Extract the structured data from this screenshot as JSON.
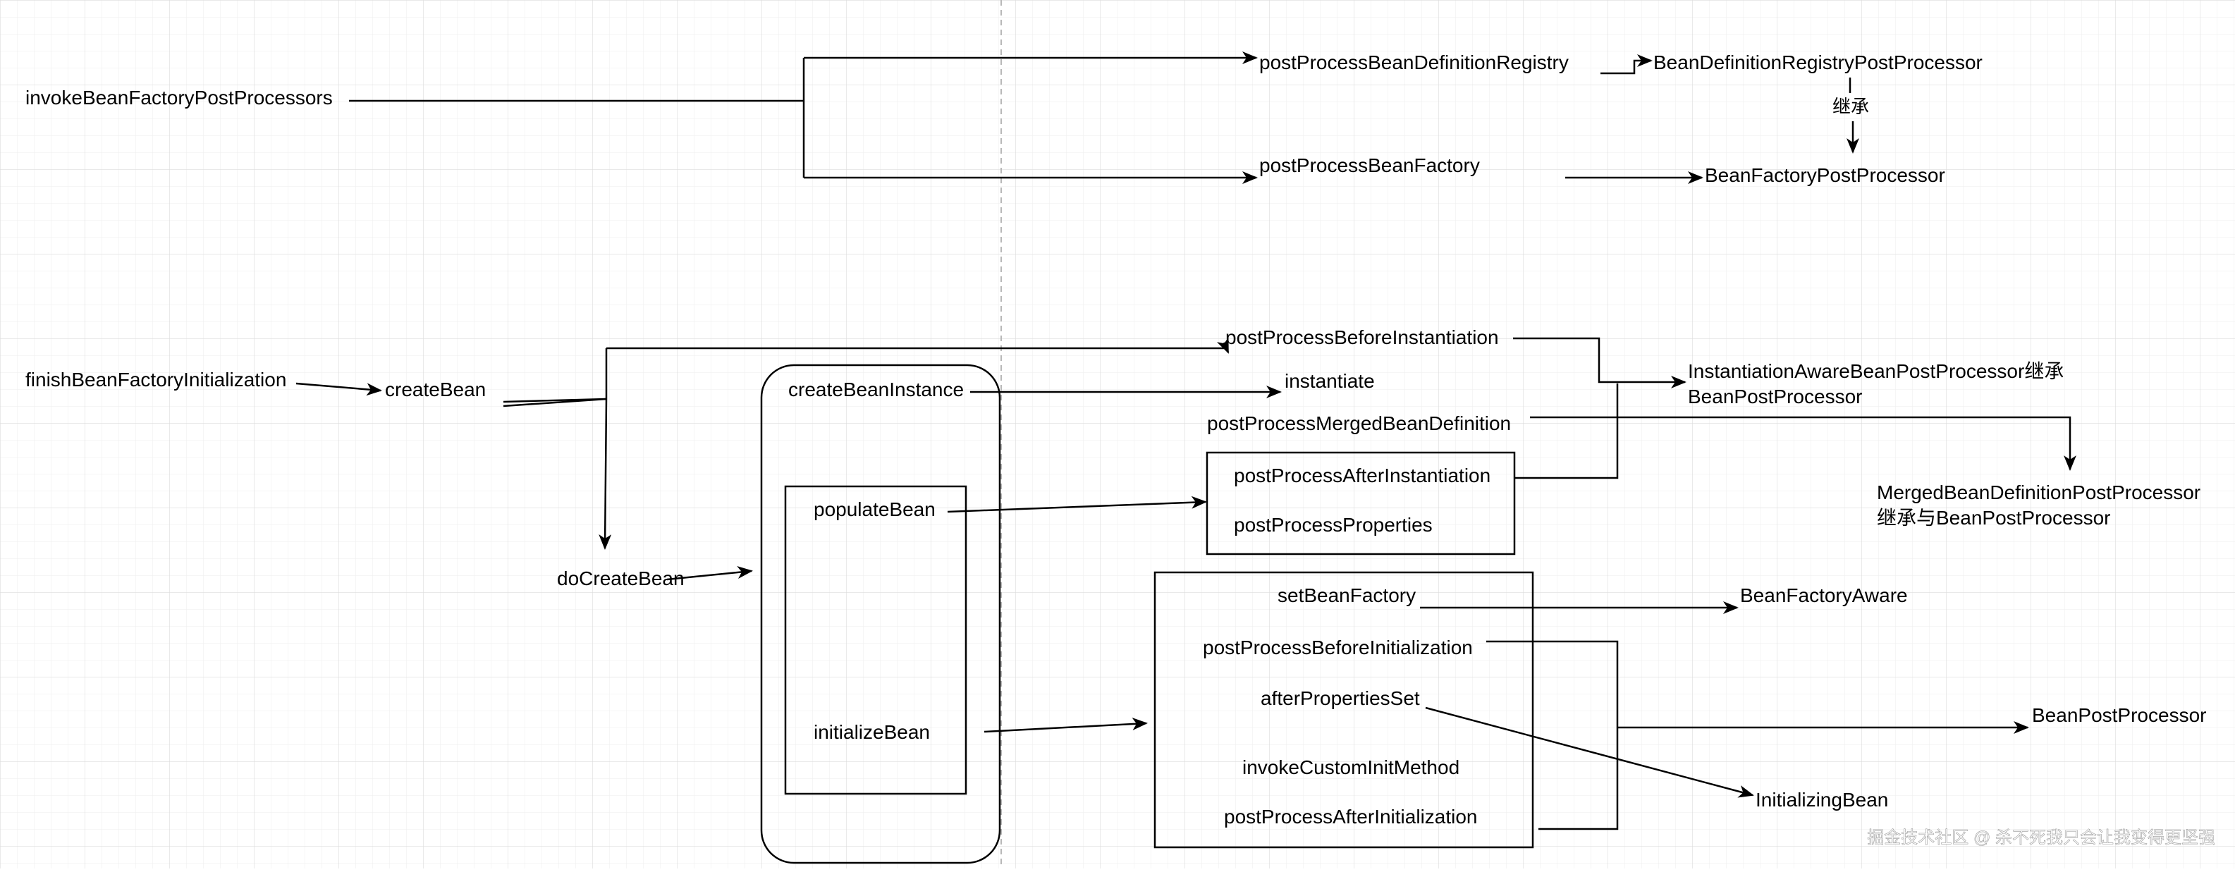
{
  "diagram": {
    "nodes": {
      "invokeBFPP": "invokeBeanFactoryPostProcessors",
      "ppBDR": "postProcessBeanDefinitionRegistry",
      "bdrpp": "BeanDefinitionRegistryPostProcessor",
      "inherit": "继承",
      "ppBF": "postProcessBeanFactory",
      "bfpp": "BeanFactoryPostProcessor",
      "finishBFI": "finishBeanFactoryInitialization",
      "createBean": "createBean",
      "ppBeforeInst": "postProcessBeforeInstantiation",
      "createBeanInstance": "createBeanInstance",
      "instantiate": "instantiate",
      "iabpp1": "InstantiationAwareBeanPostProcessor继承",
      "iabpp2": "BeanPostProcessor",
      "ppMerged": "postProcessMergedBeanDefinition",
      "mbdpp1": "MergedBeanDefinitionPostProcessor",
      "mbdpp2": "继承与BeanPostProcessor",
      "populateBean": "populateBean",
      "ppAfterInst": "postProcessAfterInstantiation",
      "ppProps": "postProcessProperties",
      "doCreateBean": "doCreateBean",
      "setBeanFactory": "setBeanFactory",
      "bfAware": "BeanFactoryAware",
      "ppBeforeInit": "postProcessBeforeInitialization",
      "afterPropsSet": "afterPropertiesSet",
      "bpp": "BeanPostProcessor",
      "initializeBean": "initializeBean",
      "invokeCustomInit": "invokeCustomInitMethod",
      "initializingBean": "InitializingBean",
      "ppAfterInit": "postProcessAfterInitialization"
    },
    "watermark": "掘金技术社区 @ 杀不死我只会让我变得更坚强"
  },
  "colors": {
    "line": "#000000",
    "grid": "#e6e6e6",
    "pageDivider": "#b0b0b0",
    "watermark": "#ffffff"
  }
}
